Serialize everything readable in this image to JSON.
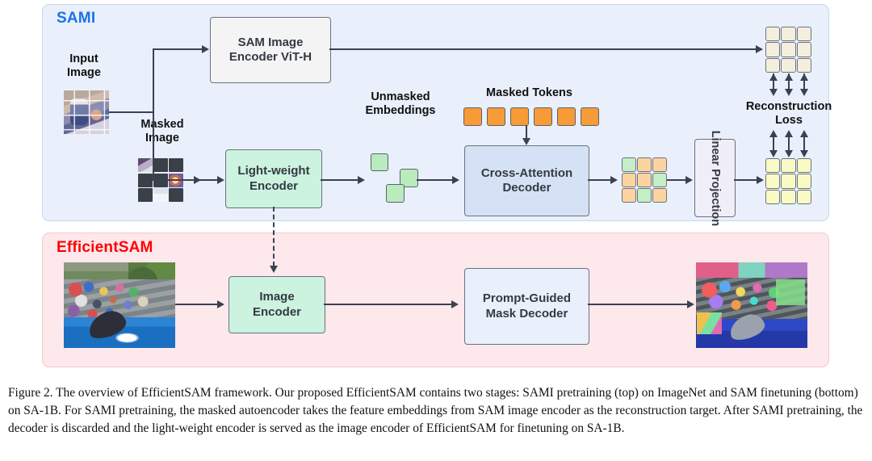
{
  "figure": {
    "caption": "Figure 2. The overview of EfficientSAM framework. Our proposed EfficientSAM contains two stages: SAMI pretraining (top) on ImageNet and SAM finetuning (bottom) on SA-1B. For SAMI pretraining, the masked autoencoder takes the feature embeddings from SAM image encoder as the reconstruction target. After SAMI pretraining, the decoder is discarded and the light-weight encoder is served as the image encoder of EfficientSAM for finetuning on SA-1B."
  },
  "sami": {
    "title": "SAMI",
    "title_color": "#1a73e8",
    "panel_bg": "#e9f0fb",
    "labels": {
      "input_image": "Input\nImage",
      "input_image_line1": "Input",
      "input_image_line2": "Image",
      "masked_image_line1": "Masked",
      "masked_image_line2": "Image",
      "unmasked_embeddings_line1": "Unmasked",
      "unmasked_embeddings_line2": "Embeddings",
      "masked_tokens": "Masked Tokens",
      "reconstruction_loss_line1": "Reconstruction",
      "reconstruction_loss_line2": "Loss"
    },
    "boxes": {
      "sam_encoder_line1": "SAM Image",
      "sam_encoder_line2": "Encoder ViT-H",
      "lightweight_encoder_line1": "Light-weight",
      "lightweight_encoder_line2": "Encoder",
      "cross_attention_line1": "Cross-Attention",
      "cross_attention_line2": "Decoder",
      "linear_projection": "Linear Projection"
    },
    "masked_tokens_count": 6,
    "masked_token_color": "#f79a38",
    "unmasked_embedding_color": "#b9ebbd",
    "target_grid_color": "#f3efdc",
    "predicted_grid_color": "#fafac4",
    "mixed_grid_pattern": [
      [
        "green",
        "orange",
        "orange"
      ],
      [
        "orange",
        "orange",
        "green"
      ],
      [
        "orange",
        "green",
        "orange"
      ]
    ],
    "masked_image_pattern": [
      [
        "visible",
        "masked",
        "masked"
      ],
      [
        "masked",
        "masked",
        "visible"
      ],
      [
        "masked",
        "visible",
        "masked"
      ]
    ]
  },
  "efficientsam": {
    "title": "EfficientSAM",
    "title_color": "#ff0000",
    "panel_bg": "#fde8ec",
    "boxes": {
      "image_encoder_line1": "Image",
      "image_encoder_line2": "Encoder",
      "mask_decoder_line1": "Prompt-Guided",
      "mask_decoder_line2": "Mask Decoder"
    }
  }
}
